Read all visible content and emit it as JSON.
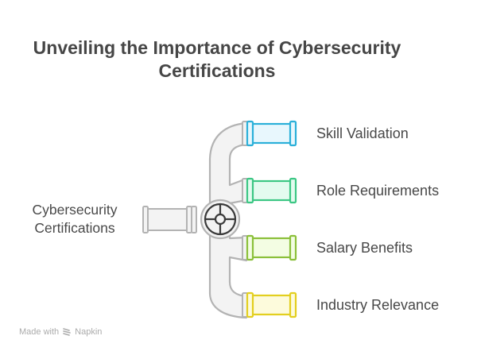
{
  "title": {
    "line1": "Unveiling the Importance of Cybersecurity",
    "line2": "Certifications"
  },
  "center": {
    "line1": "Cybersecurity",
    "line2": "Certifications",
    "icon": "valve-wheel-icon"
  },
  "branches": [
    {
      "label": "Skill Validation",
      "color": "#2bb0d9",
      "fill": "#e8f7fd"
    },
    {
      "label": "Role Requirements",
      "color": "#3cc784",
      "fill": "#e3fbef"
    },
    {
      "label": "Salary Benefits",
      "color": "#8bc03a",
      "fill": "#f3fde3"
    },
    {
      "label": "Industry Relevance",
      "color": "#e3cf1f",
      "fill": "#fdfbdc"
    }
  ],
  "pipe": {
    "stroke": "#b3b3b3",
    "fill": "#f3f3f3"
  },
  "footer": {
    "made_with": "Made with",
    "brand": "Napkin"
  }
}
